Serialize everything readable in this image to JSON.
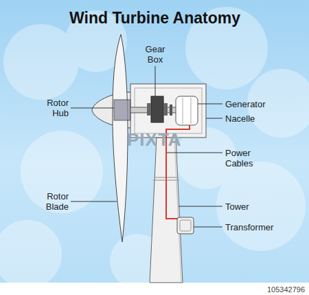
{
  "diagram": {
    "title": "Wind Turbine Anatomy",
    "labels": [
      "Gear Box",
      "Rotor Hub",
      "Generator",
      "Nacelle",
      "Power Cables",
      "Rotor Blade",
      "Tower",
      "Transformer",
      "PIXTA",
      "105342796"
    ]
  }
}
